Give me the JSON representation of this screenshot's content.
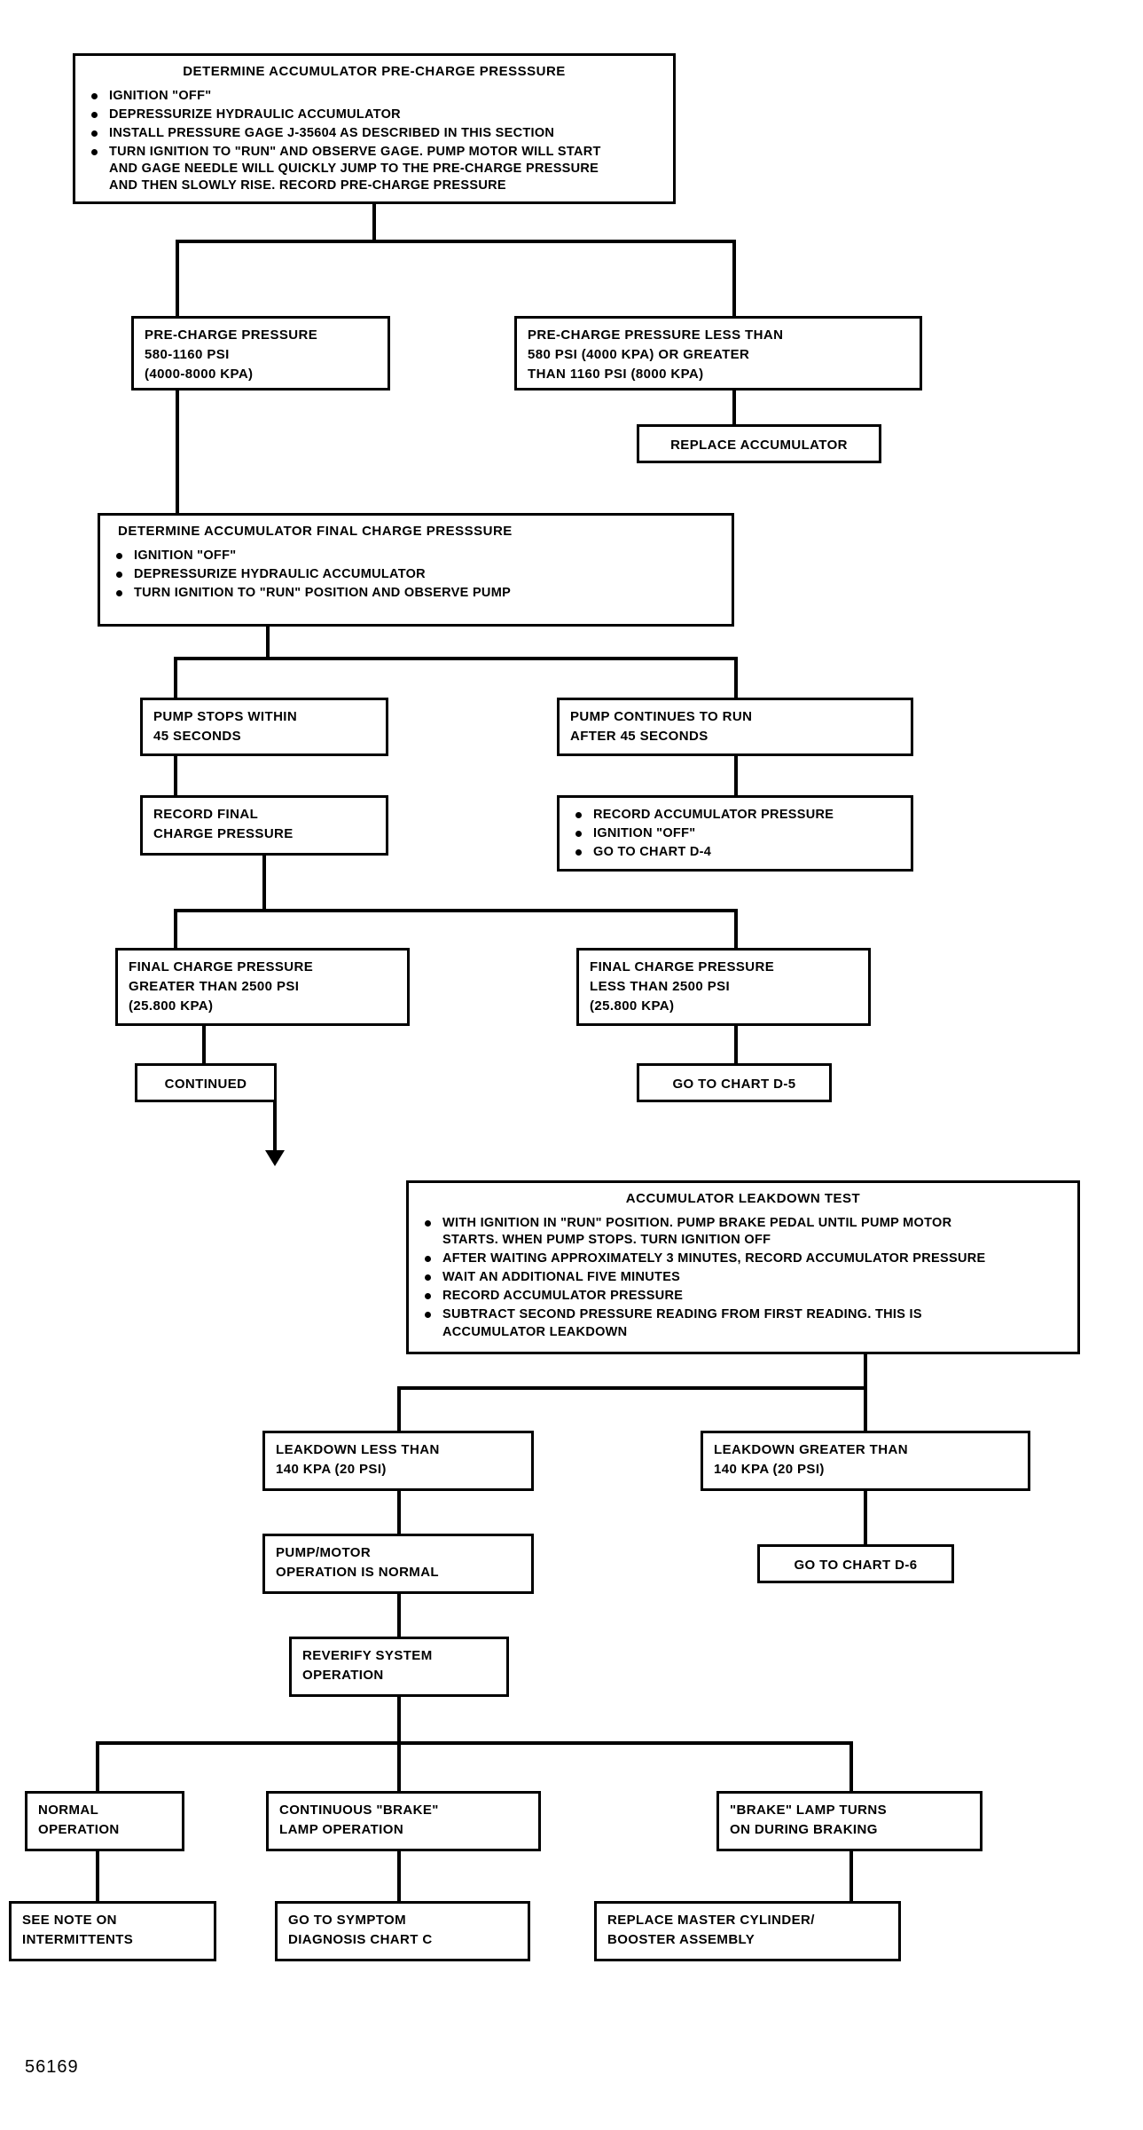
{
  "figure": {
    "number": "56169"
  },
  "nodes": {
    "precharge_test": {
      "title": "DETERMINE ACCUMULATOR PRE-CHARGE PRESSSURE",
      "bullets": [
        "IGNITION \"OFF\"",
        "DEPRESSURIZE HYDRAULIC ACCUMULATOR",
        "INSTALL PRESSURE GAGE J-35604 AS DESCRIBED IN THIS SECTION",
        "TURN IGNITION TO \"RUN\" AND OBSERVE GAGE. PUMP MOTOR WILL START\nAND GAGE NEEDLE WILL QUICKLY JUMP TO THE PRE-CHARGE PRESSURE\nAND THEN SLOWLY RISE. RECORD PRE-CHARGE PRESSURE"
      ]
    },
    "precharge_ok": {
      "text": "PRE-CHARGE PRESSURE\n580-1160 PSI\n(4000-8000 KPA)"
    },
    "precharge_bad": {
      "text": "PRE-CHARGE PRESSURE LESS THAN\n580 PSI (4000 KPA) OR GREATER\nTHAN 1160 PSI (8000 KPA)"
    },
    "replace_accumulator": {
      "text": "REPLACE ACCUMULATOR"
    },
    "final_charge_test": {
      "title": "DETERMINE ACCUMULATOR FINAL CHARGE PRESSSURE",
      "bullets": [
        "IGNITION \"OFF\"",
        "DEPRESSURIZE HYDRAULIC ACCUMULATOR",
        "TURN IGNITION TO \"RUN\" POSITION AND OBSERVE PUMP"
      ]
    },
    "pump_stops": {
      "text": "PUMP STOPS WITHIN\n45 SECONDS"
    },
    "pump_continues": {
      "text": "PUMP CONTINUES TO RUN\nAFTER 45 SECONDS"
    },
    "record_final_charge": {
      "text": "RECORD FINAL\nCHARGE PRESSURE"
    },
    "record_accum_pressure": {
      "bullets": [
        "RECORD ACCUMULATOR PRESSURE",
        "IGNITION \"OFF\"",
        "GO TO CHART D-4"
      ]
    },
    "final_greater": {
      "text": "FINAL CHARGE PRESSURE\nGREATER THAN 2500 PSI\n(25.800 KPA)"
    },
    "final_less": {
      "text": "FINAL CHARGE PRESSURE\nLESS THAN 2500 PSI\n(25.800 KPA)"
    },
    "continued": {
      "text": "CONTINUED"
    },
    "chart_d5": {
      "text": "GO TO CHART D-5"
    },
    "leakdown_test": {
      "title": "ACCUMULATOR LEAKDOWN TEST",
      "bullets": [
        "WITH IGNITION IN \"RUN\" POSITION. PUMP BRAKE PEDAL UNTIL PUMP MOTOR\nSTARTS. WHEN PUMP STOPS. TURN IGNITION OFF",
        "AFTER WAITING APPROXIMATELY 3 MINUTES, RECORD ACCUMULATOR PRESSURE",
        "WAIT AN ADDITIONAL FIVE MINUTES",
        "RECORD ACCUMULATOR PRESSURE",
        "SUBTRACT SECOND PRESSURE READING FROM FIRST READING. THIS IS\nACCUMULATOR LEAKDOWN"
      ]
    },
    "leakdown_less": {
      "text": "LEAKDOWN LESS THAN\n140 KPA (20 PSI)"
    },
    "leakdown_greater": {
      "text": "LEAKDOWN GREATER THAN\n140 KPA (20 PSI)"
    },
    "pump_normal": {
      "text": "PUMP/MOTOR\nOPERATION IS NORMAL"
    },
    "chart_d6": {
      "text": "GO TO CHART D-6"
    },
    "reverify": {
      "text": "REVERIFY SYSTEM\nOPERATION"
    },
    "normal_operation": {
      "text": "NORMAL\nOPERATION"
    },
    "continuous_lamp": {
      "text": "CONTINUOUS \"BRAKE\"\nLAMP OPERATION"
    },
    "lamp_on_braking": {
      "text": "\"BRAKE\" LAMP TURNS\nON DURING BRAKING"
    },
    "see_note": {
      "text": "SEE NOTE ON\nINTERMITTENTS"
    },
    "symptom_chart_c": {
      "text": "GO TO SYMPTOM\nDIAGNOSIS CHART C"
    },
    "replace_master": {
      "text": "REPLACE MASTER CYLINDER/\nBOOSTER ASSEMBLY"
    }
  }
}
